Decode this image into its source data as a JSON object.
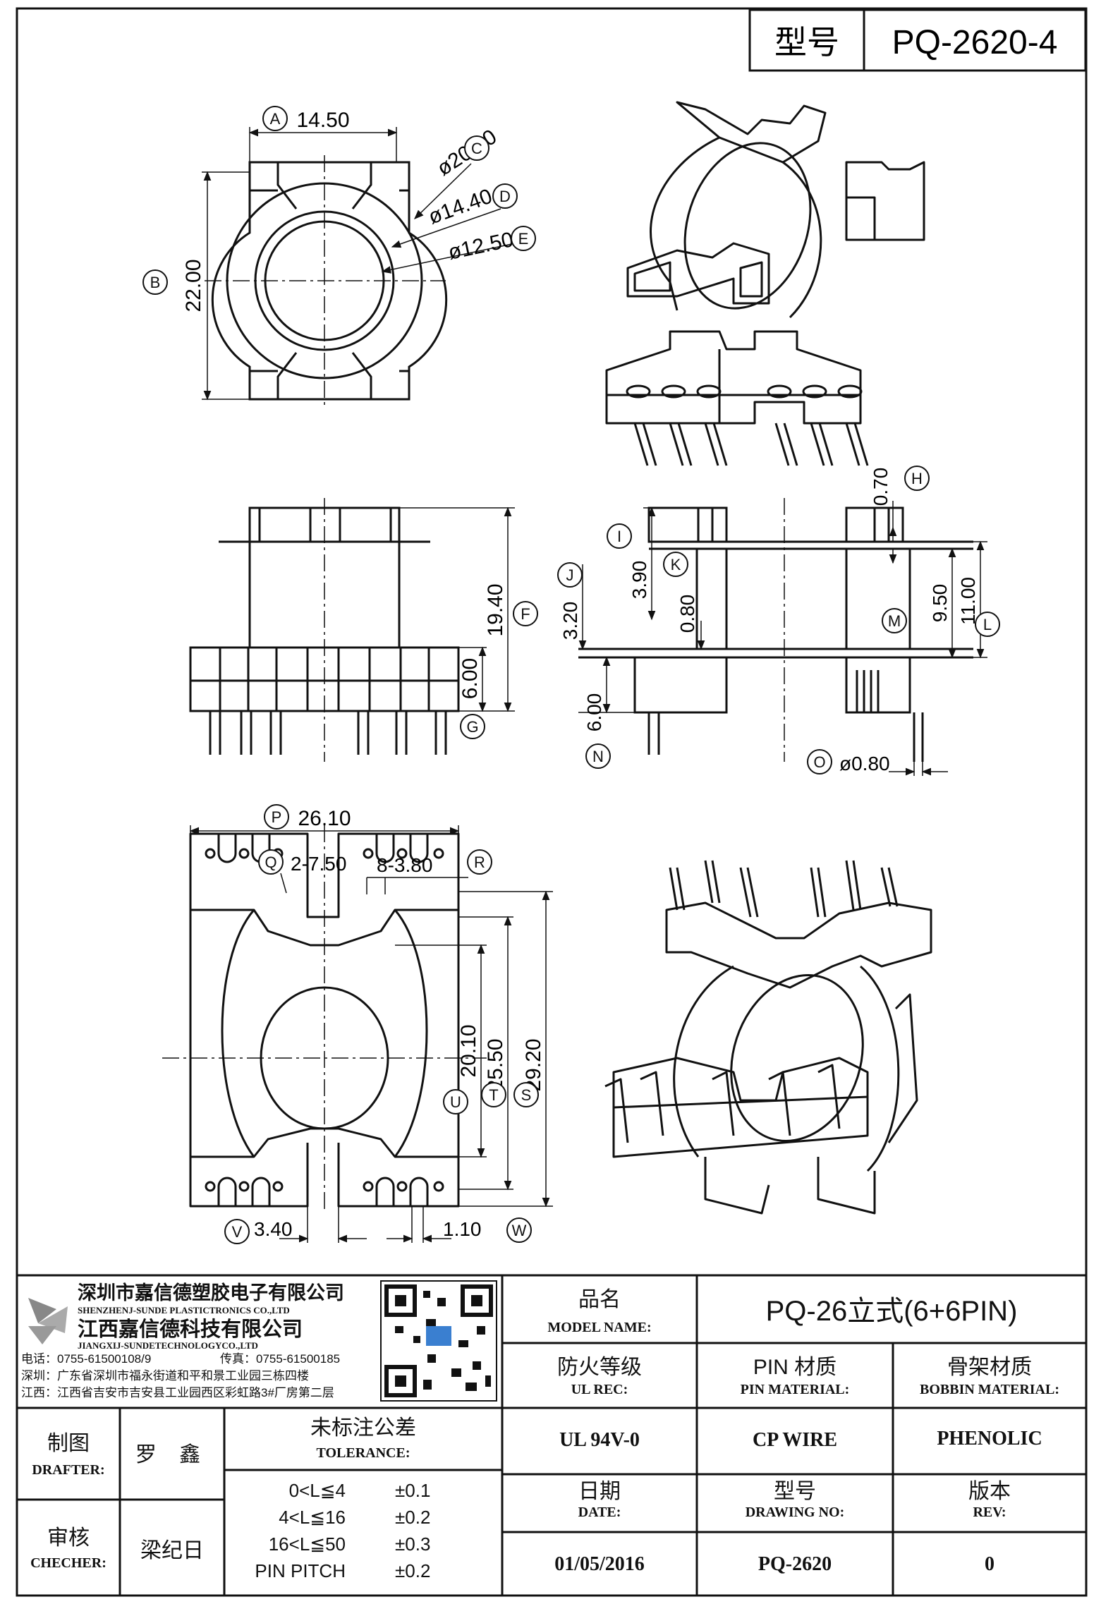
{
  "header": {
    "model_label": "型号",
    "model_value": "PQ-2620-4"
  },
  "dims": {
    "A": "14.50",
    "B": "22.00",
    "C": "ø20.90",
    "D": "ø14.40",
    "E": "ø12.50",
    "F": "19.40",
    "G_val": "6.00",
    "H": "0.70",
    "I": "3.90",
    "J": "3.20",
    "K": "0.80",
    "L": "11.00",
    "M": "9.50",
    "N": "6.00",
    "O": "ø0.80",
    "P": "26.10",
    "Q": "2-7.50",
    "R": "8-3.80",
    "S": "29.20",
    "T": "25.50",
    "U": "20.10",
    "V": "3.40",
    "W": "1.10"
  },
  "callouts": [
    "A",
    "B",
    "C",
    "D",
    "E",
    "F",
    "G",
    "H",
    "I",
    "J",
    "K",
    "L",
    "M",
    "N",
    "O",
    "P",
    "Q",
    "R",
    "S",
    "T",
    "U",
    "V",
    "W"
  ],
  "company": {
    "name_cn_1": "深圳市嘉信德塑胶电子有限公司",
    "name_en_1": "SHENZHENJ-SUNDE PLASTICTRONICS CO.,LTD",
    "name_cn_2": "江西嘉信德科技有限公司",
    "name_en_2": "JIANGXIJ-SUNDETECHNOLOGYCO.,LTD",
    "phone": "电话：0755-61500108/9",
    "fax": "传真：0755-61500185",
    "addr_sz": "深圳：广东省深圳市福永街道和平和景工业园三栋四楼",
    "addr_jx": "江西：江西省吉安市吉安县工业园西区彩虹路3#厂房第二层"
  },
  "titleblock": {
    "model_name_cn": "品名",
    "model_name_en": "MODEL NAME:",
    "model_name_value": "PQ-26立式(6+6PIN)",
    "ul_cn": "防火等级",
    "ul_en": "UL REC:",
    "ul_value": "UL 94V-0",
    "pin_cn": "PIN 材质",
    "pin_en": "PIN MATERIAL:",
    "pin_value": "CP WIRE",
    "bobbin_cn": "骨架材质",
    "bobbin_en": "BOBBIN MATERIAL:",
    "bobbin_value": "PHENOLIC",
    "drafter_cn": "制图",
    "drafter_en": "DRAFTER:",
    "drafter_value": "罗 鑫",
    "checker_cn": "审核",
    "checker_en": "CHECHER:",
    "checker_value": "梁纪日",
    "tol_cn": "未标注公差",
    "tol_en": "TOLERANCE:",
    "tolerances": [
      {
        "range": "0<L≦4",
        "value": "±0.1"
      },
      {
        "range": "4<L≦16",
        "value": "±0.2"
      },
      {
        "range": "16<L≦50",
        "value": "±0.3"
      },
      {
        "range": "PIN PITCH",
        "value": "±0.2"
      }
    ],
    "date_cn": "日期",
    "date_en": "DATE:",
    "date_value": "01/05/2016",
    "dwg_cn": "型号",
    "dwg_en": "DRAWING NO:",
    "dwg_value": "PQ-2620",
    "rev_cn": "版本",
    "rev_en": "REV:",
    "rev_value": "0"
  }
}
